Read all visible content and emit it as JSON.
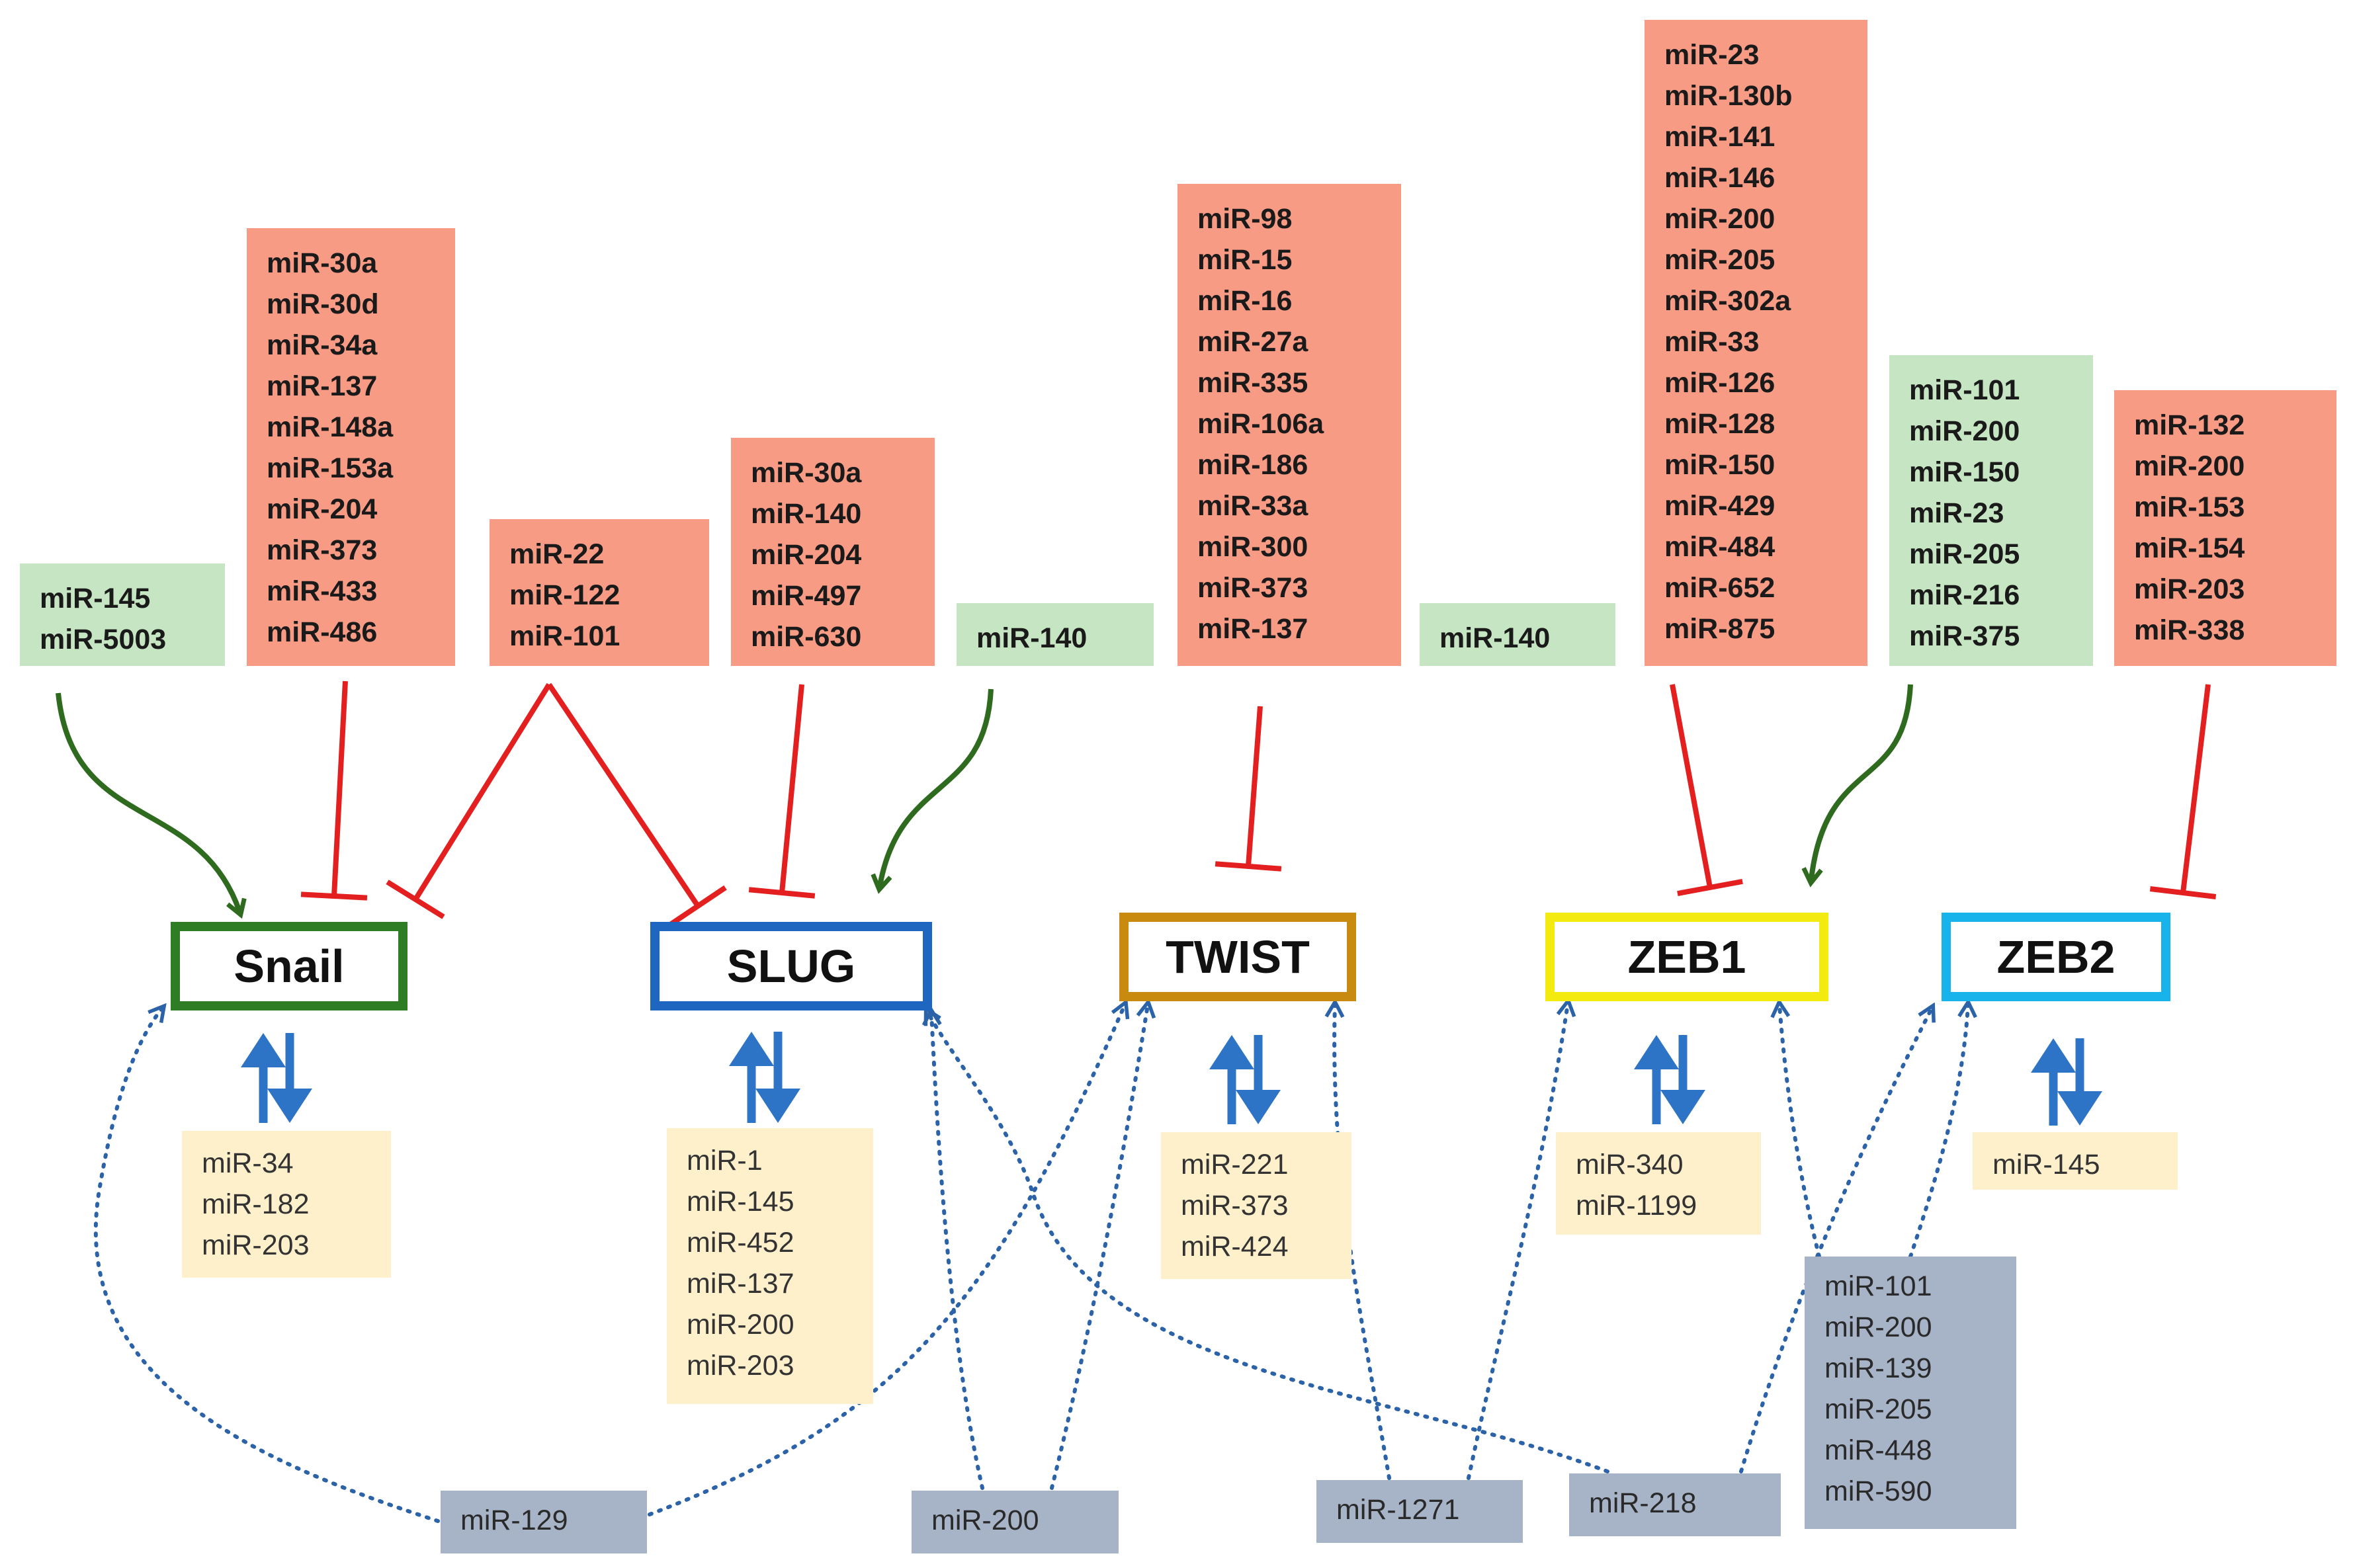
{
  "colors": {
    "inhibitor_box": "#f89b85",
    "activator_box": "#c6e5c2",
    "feedback_box": "#fff0cc",
    "indirect_box": "#a7b4c8",
    "inhibit_line": "#e41f1f",
    "activate_arrow": "#2e6b1e",
    "feedback_arrow": "#2d73c6",
    "indirect_line": "#2c63a8"
  },
  "genes": [
    {
      "id": "snail",
      "label": "Snail",
      "border": "#2e7d24"
    },
    {
      "id": "slug",
      "label": "SLUG",
      "border": "#1f66c1"
    },
    {
      "id": "twist",
      "label": "TWIST",
      "border": "#c98a10"
    },
    {
      "id": "zeb1",
      "label": "ZEB1",
      "border": "#f3ea10"
    },
    {
      "id": "zeb2",
      "label": "ZEB2",
      "border": "#17b3ea"
    }
  ],
  "boxes": [
    {
      "id": "snail-act",
      "kind": "activator",
      "items": [
        "miR-145",
        "miR-5003"
      ]
    },
    {
      "id": "snail-inh",
      "kind": "inhibitor",
      "items": [
        "miR-30a",
        "miR-30d",
        "miR-34a",
        "miR-137",
        "miR-148a",
        "miR-153a",
        "miR-204",
        "miR-373",
        "miR-433",
        "miR-486"
      ]
    },
    {
      "id": "shared-inh",
      "kind": "inhibitor",
      "items": [
        "miR-22",
        "miR-122",
        "miR-101"
      ]
    },
    {
      "id": "slug-inh",
      "kind": "inhibitor",
      "items": [
        "miR-30a",
        "miR-140",
        "miR-204",
        "miR-497",
        "miR-630"
      ]
    },
    {
      "id": "slug-act",
      "kind": "activator",
      "items": [
        "miR-140"
      ]
    },
    {
      "id": "twist-inh",
      "kind": "inhibitor",
      "items": [
        "miR-98",
        "miR-15",
        "miR-16",
        "miR-27a",
        "miR-335",
        "miR-106a",
        "miR-186",
        "miR-33a",
        "miR-300",
        "miR-373",
        "miR-137"
      ]
    },
    {
      "id": "twist-act",
      "kind": "activator",
      "items": [
        "miR-140"
      ]
    },
    {
      "id": "zeb1-inh",
      "kind": "inhibitor",
      "items": [
        "miR-23",
        "miR-130b",
        "miR-141",
        "miR-146",
        "miR-200",
        "miR-205",
        "miR-302a",
        "miR-33",
        "miR-126",
        "miR-128",
        "miR-150",
        "miR-429",
        "miR-484",
        "miR-652",
        "miR-875"
      ]
    },
    {
      "id": "zeb1-act",
      "kind": "activator",
      "items": [
        "miR-101",
        "miR-200",
        "miR-150",
        "miR-23",
        "miR-205",
        "miR-216",
        "miR-375"
      ]
    },
    {
      "id": "zeb2-inh",
      "kind": "inhibitor",
      "items": [
        "miR-132",
        "miR-200",
        "miR-153",
        "miR-154",
        "miR-203",
        "miR-338"
      ]
    },
    {
      "id": "snail-fb",
      "kind": "feedback",
      "items": [
        "miR-34",
        "miR-182",
        "miR-203"
      ]
    },
    {
      "id": "slug-fb",
      "kind": "feedback",
      "items": [
        "miR-1",
        "miR-145",
        "miR-452",
        "miR-137",
        "miR-200",
        "miR-203"
      ]
    },
    {
      "id": "twist-fb",
      "kind": "feedback",
      "items": [
        "miR-221",
        "miR-373",
        "miR-424"
      ]
    },
    {
      "id": "zeb1-fb",
      "kind": "feedback",
      "items": [
        "miR-340",
        "miR-1199"
      ]
    },
    {
      "id": "zeb2-fb",
      "kind": "feedback",
      "items": [
        "miR-145"
      ]
    },
    {
      "id": "ind-129",
      "kind": "indirect",
      "items": [
        "miR-129"
      ]
    },
    {
      "id": "ind-200",
      "kind": "indirect",
      "items": [
        "miR-200"
      ]
    },
    {
      "id": "ind-1271",
      "kind": "indirect",
      "items": [
        "miR-1271"
      ]
    },
    {
      "id": "ind-218",
      "kind": "indirect",
      "items": [
        "miR-218"
      ]
    },
    {
      "id": "ind-multi",
      "kind": "indirect",
      "items": [
        "miR-101",
        "miR-200",
        "miR-139",
        "miR-205",
        "miR-448",
        "miR-590"
      ]
    }
  ]
}
